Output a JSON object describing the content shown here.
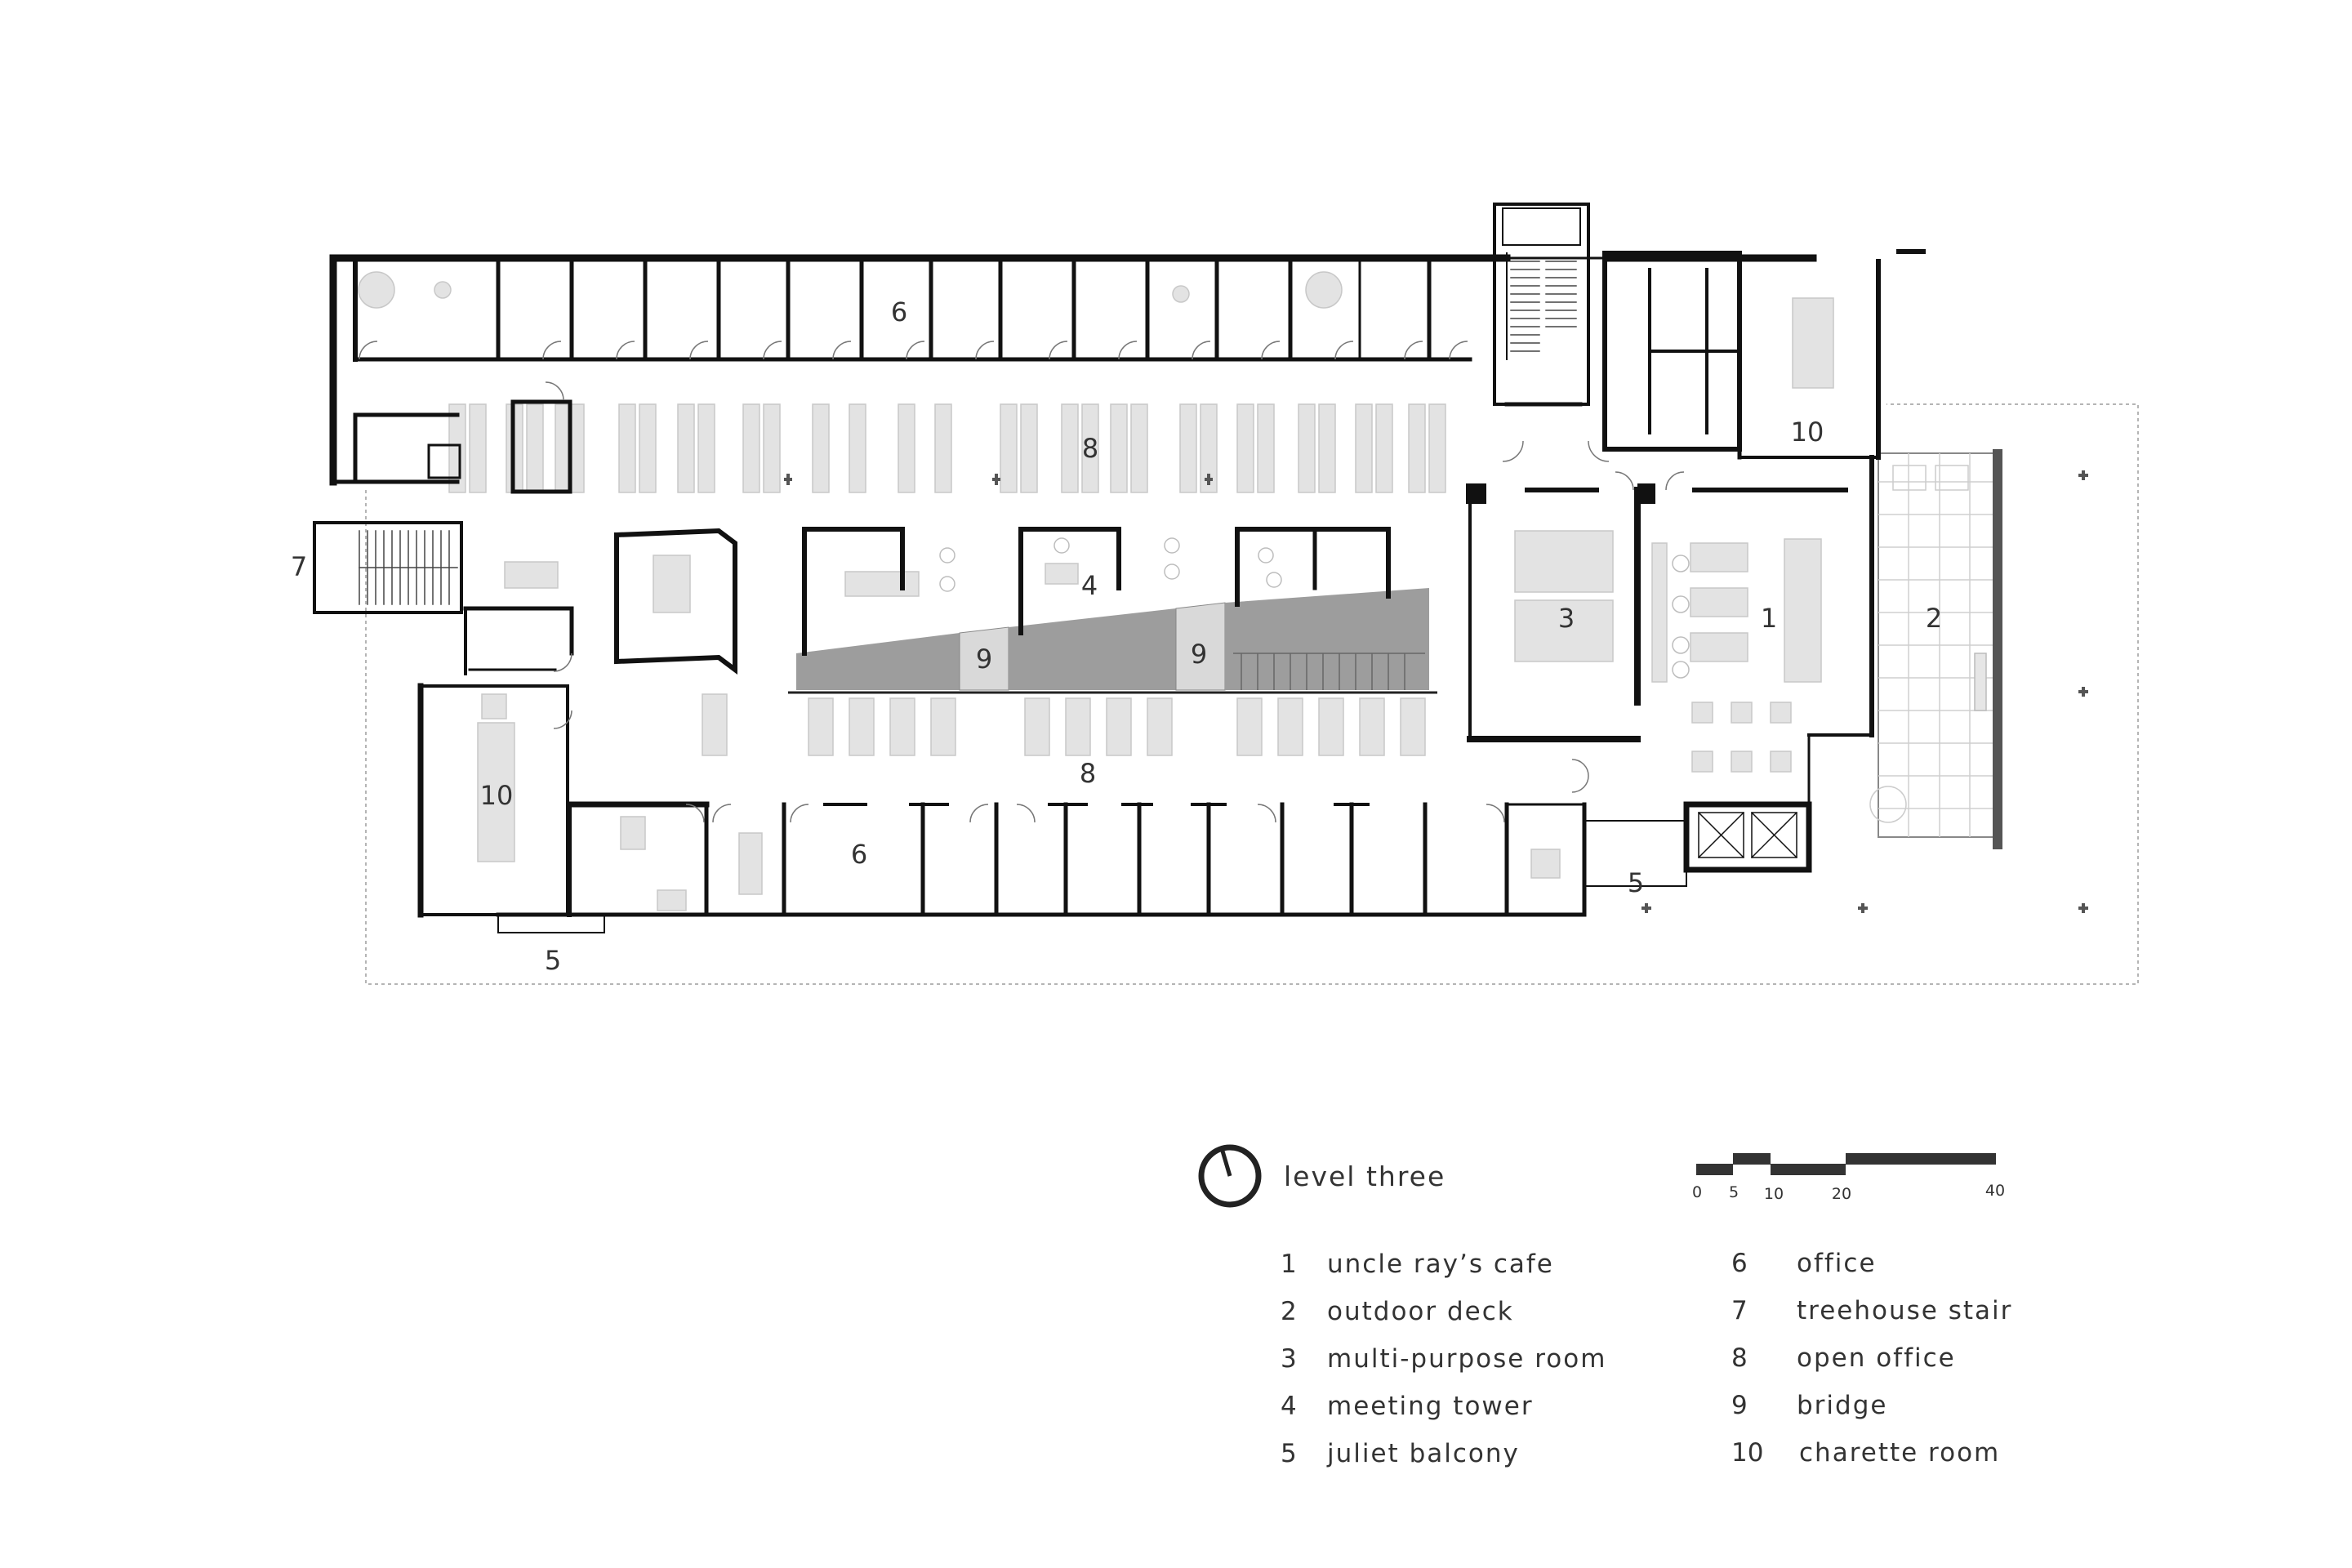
{
  "title": "level three",
  "rooms": [
    {
      "id": "r1",
      "label": "1"
    },
    {
      "id": "r2",
      "label": "2"
    },
    {
      "id": "r3",
      "label": "3"
    },
    {
      "id": "r4",
      "label": "4"
    },
    {
      "id": "r5a",
      "label": "5"
    },
    {
      "id": "r5b",
      "label": "5"
    },
    {
      "id": "r6a",
      "label": "6"
    },
    {
      "id": "r6b",
      "label": "6"
    },
    {
      "id": "r7",
      "label": "7"
    },
    {
      "id": "r8a",
      "label": "8"
    },
    {
      "id": "r8b",
      "label": "8"
    },
    {
      "id": "r9a",
      "label": "9"
    },
    {
      "id": "r9b",
      "label": "9"
    },
    {
      "id": "r10a",
      "label": "10"
    },
    {
      "id": "r10b",
      "label": "10"
    }
  ],
  "legend": [
    {
      "num": "1",
      "label": "uncle ray’s cafe"
    },
    {
      "num": "2",
      "label": "outdoor deck"
    },
    {
      "num": "3",
      "label": "multi-purpose room"
    },
    {
      "num": "4",
      "label": "meeting tower"
    },
    {
      "num": "5",
      "label": "juliet balcony"
    },
    {
      "num": "6",
      "label": "office"
    },
    {
      "num": "7",
      "label": "treehouse stair"
    },
    {
      "num": "8",
      "label": "open office"
    },
    {
      "num": "9",
      "label": "bridge"
    },
    {
      "num": "10",
      "label": "charette room"
    }
  ],
  "scale_bar": {
    "ticks": [
      "0",
      "5",
      "10",
      "20",
      "40"
    ]
  },
  "icons": {
    "north": "north-arrow-icon"
  },
  "colors": {
    "wall": "#111111",
    "bridge": "#9a9a9a",
    "furniture": "#cfcfcf",
    "site_line": "#aaaaaa"
  }
}
